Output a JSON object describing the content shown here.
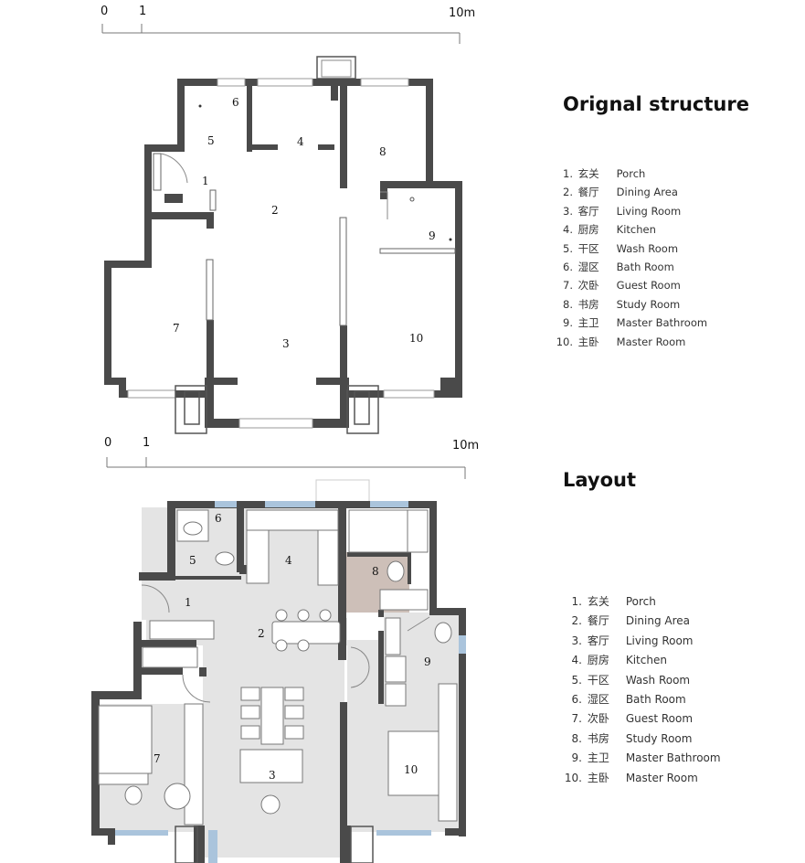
{
  "scale": {
    "zero": "0",
    "one": "1",
    "ten": "10m"
  },
  "sections": [
    {
      "title": "Orignal structure"
    },
    {
      "title": "Layout"
    }
  ],
  "legend": [
    {
      "num": "1.",
      "cn": "玄关",
      "en": "Porch"
    },
    {
      "num": "2.",
      "cn": "餐厅",
      "en": "Dining Area"
    },
    {
      "num": "3.",
      "cn": "客厅",
      "en": "Living Room"
    },
    {
      "num": "4.",
      "cn": "厨房",
      "en": "Kitchen"
    },
    {
      "num": "5.",
      "cn": "干区",
      "en": "Wash Room"
    },
    {
      "num": "6.",
      "cn": "湿区",
      "en": "Bath Room"
    },
    {
      "num": "7.",
      "cn": "次卧",
      "en": "Guest Room"
    },
    {
      "num": "8.",
      "cn": "书房",
      "en": "Study Room"
    },
    {
      "num": "9.",
      "cn": "主卫",
      "en": "Master Bathroom"
    },
    {
      "num": "10.",
      "cn": "主卧",
      "en": "Master Room"
    }
  ],
  "room_numbers": [
    "1",
    "2",
    "3",
    "4",
    "5",
    "6",
    "7",
    "8",
    "9",
    "10"
  ],
  "colors": {
    "wall": "#4a4a4a",
    "floor": "#e4e4e4",
    "study": "#cdbfb8",
    "window": "#aac4dc"
  }
}
